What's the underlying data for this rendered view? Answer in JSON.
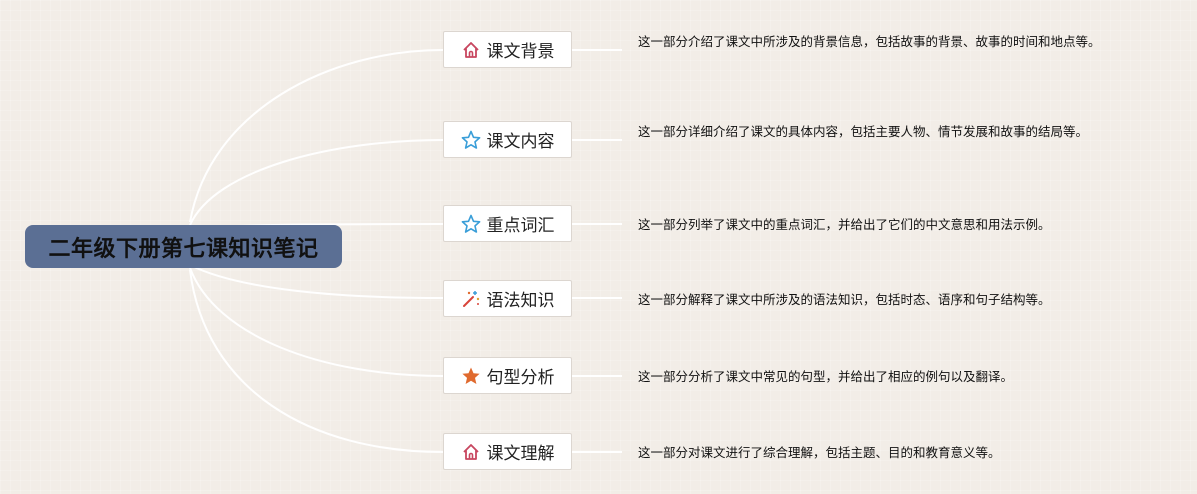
{
  "root": {
    "title": "二年级下册第七课知识笔记"
  },
  "branches": [
    {
      "label": "课文背景",
      "icon": "home-icon",
      "description": "这一部分介绍了课文中所涉及的背景信息，包括故事的背景、故事的时间和地点等。"
    },
    {
      "label": "课文内容",
      "icon": "star-outline-icon",
      "description": "这一部分详细介绍了课文的具体内容，包括主要人物、情节发展和故事的结局等。"
    },
    {
      "label": "重点词汇",
      "icon": "star-outline-icon",
      "description": "这一部分列举了课文中的重点词汇，并给出了它们的中文意思和用法示例。"
    },
    {
      "label": "语法知识",
      "icon": "magic-wand-icon",
      "description": "这一部分解释了课文中所涉及的语法知识，包括时态、语序和句子结构等。"
    },
    {
      "label": "句型分析",
      "icon": "star-filled-icon",
      "description": "这一部分分析了课文中常见的句型，并给出了相应的例句以及翻译。"
    },
    {
      "label": "课文理解",
      "icon": "home-icon",
      "description": "这一部分对课文进行了综合理解，包括主题、目的和教育意义等。"
    }
  ],
  "colors": {
    "background": "#f2ede7",
    "root_fill": "#5b6f94",
    "home_icon": "#c8465f",
    "star_outline_icon": "#3a9ed8",
    "star_filled_icon": "#e06a2e",
    "wand_icon": "#d8453a",
    "connector": "#ffffff"
  }
}
